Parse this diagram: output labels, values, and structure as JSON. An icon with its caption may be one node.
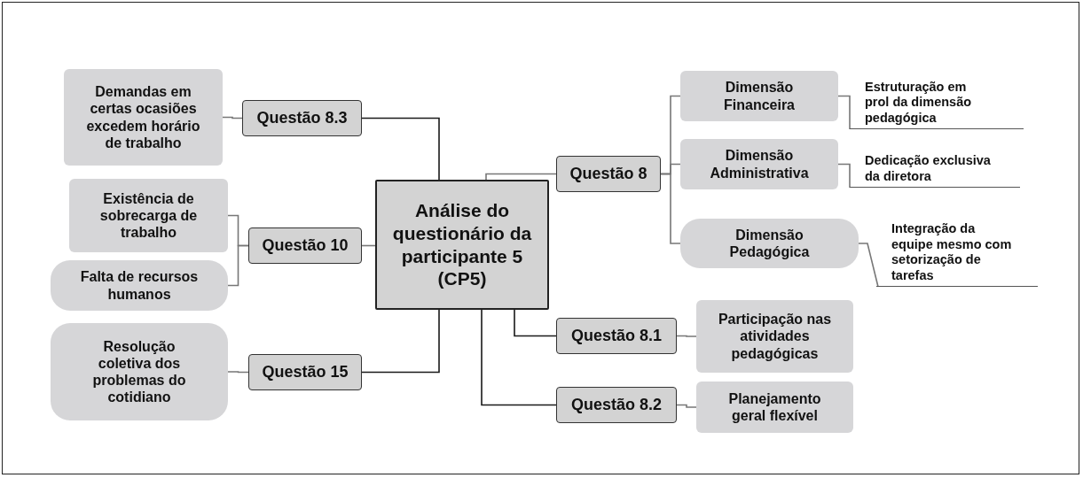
{
  "diagram": {
    "nodes": [
      {
        "text": [
          "Análise do questionário da participante 5 (CP5)"
        ]
      },
      {
        "text": [
          "Questão 8.3"
        ]
      },
      {
        "text": [
          "Demandas em certas ocasiões excedem horário de trabalho"
        ]
      },
      {
        "text": [
          "Questão 10"
        ]
      },
      {
        "text": [
          "Existência de sobrecarga de trabalho"
        ]
      },
      {
        "text": [
          "Falta de recursos humanos"
        ]
      },
      {
        "text": [
          "Questão 15"
        ]
      },
      {
        "text": [
          "Resolução coletiva dos problemas do cotidiano"
        ]
      },
      {
        "text": [
          "Questão 8"
        ]
      },
      {
        "text": [
          "Dimensão Financeira"
        ]
      },
      {
        "text": [
          "Estruturação em prol da dimensão pedagógica"
        ]
      },
      {
        "text": [
          "Dimensão Administrativa"
        ]
      },
      {
        "text": [
          "Dedicação exclusiva da diretora"
        ]
      },
      {
        "text": [
          "Dimensão Pedagógica"
        ]
      },
      {
        "text": [
          "Integração da equipe mesmo com setorização de tarefas"
        ]
      },
      {
        "text": [
          "Questão 8.1"
        ]
      },
      {
        "text": [
          "Participação nas atividades pedagógicas"
        ]
      },
      {
        "text": [
          "Questão 8.2"
        ]
      },
      {
        "text": [
          "Planejamento geral flexível"
        ]
      }
    ],
    "edges": [
      {
        "from": 0,
        "to": 1,
        "arrow": "none",
        "color": "#1a1a1a"
      },
      {
        "from": 1,
        "to": 2,
        "arrow": "none"
      },
      {
        "from": 0,
        "to": 3,
        "arrow": "none"
      },
      {
        "from": 3,
        "to": 4,
        "arrow": "none"
      },
      {
        "from": 3,
        "to": 5,
        "arrow": "none"
      },
      {
        "from": 0,
        "to": 6,
        "arrow": "none",
        "color": "#1a1a1a"
      },
      {
        "from": 6,
        "to": 7,
        "arrow": "none"
      },
      {
        "from": 0,
        "to": 8,
        "arrow": "none"
      },
      {
        "from": 8,
        "to": 9,
        "arrow": "none"
      },
      {
        "from": 9,
        "to": 10,
        "arrow": "none"
      },
      {
        "from": 8,
        "to": 11,
        "arrow": "none"
      },
      {
        "from": 11,
        "to": 12,
        "arrow": "none"
      },
      {
        "from": 8,
        "to": 13,
        "arrow": "none"
      },
      {
        "from": 13,
        "to": 14,
        "arrow": "none"
      },
      {
        "from": 0,
        "to": 15,
        "arrow": "none",
        "color": "#1a1a1a"
      },
      {
        "from": 15,
        "to": 16,
        "arrow": "none"
      },
      {
        "from": 0,
        "to": 17,
        "arrow": "none",
        "color": "#1a1a1a"
      },
      {
        "from": 17,
        "to": 18,
        "arrow": "none"
      }
    ]
  }
}
